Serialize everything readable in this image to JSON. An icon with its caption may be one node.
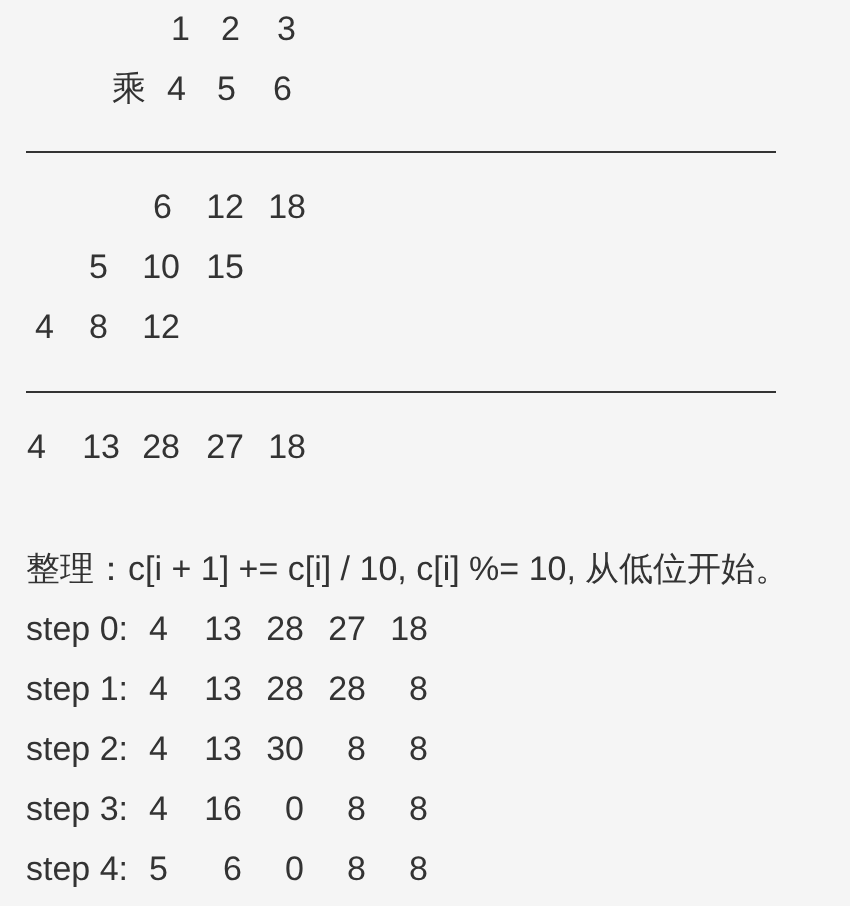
{
  "diagram": {
    "labels": [
      "1",
      "2",
      "3",
      "乘",
      "4",
      "5",
      "6",
      "6",
      "12",
      "18",
      "5",
      "10",
      "15",
      "4",
      "8",
      "12",
      "4",
      "13",
      "28",
      "27",
      "18",
      "整理：c[i + 1] += c[i] / 10, c[i] %= 10, 从低位开始。",
      "step 0:",
      "4",
      "13",
      "28",
      "27",
      "18",
      "step 1:",
      "4",
      "13",
      "28",
      "28",
      "8",
      "step 2:",
      "4",
      "13",
      "30",
      "8",
      "8",
      "step 3:",
      "4",
      "16",
      "0",
      "8",
      "8",
      "step 4:",
      "5",
      "6",
      "0",
      "8",
      "8"
    ]
  }
}
